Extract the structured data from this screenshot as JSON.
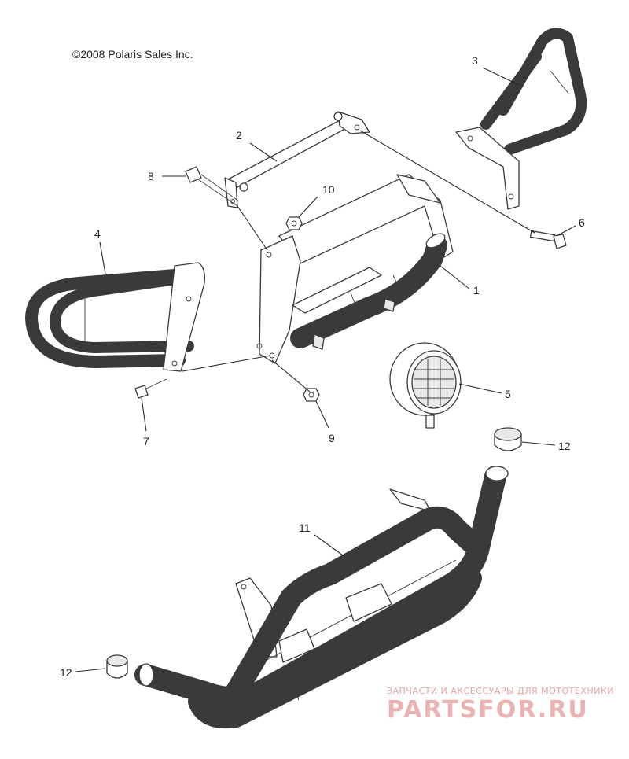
{
  "copyright": "©2008 Polaris Sales Inc.",
  "callouts": [
    {
      "id": "1",
      "label": "1"
    },
    {
      "id": "2",
      "label": "2"
    },
    {
      "id": "3",
      "label": "3"
    },
    {
      "id": "4",
      "label": "4"
    },
    {
      "id": "5",
      "label": "5"
    },
    {
      "id": "6",
      "label": "6"
    },
    {
      "id": "7",
      "label": "7"
    },
    {
      "id": "8",
      "label": "8"
    },
    {
      "id": "9",
      "label": "9"
    },
    {
      "id": "10",
      "label": "10"
    },
    {
      "id": "11",
      "label": "11"
    },
    {
      "id": "12a",
      "label": "12"
    },
    {
      "id": "12b",
      "label": "12"
    }
  ],
  "watermark": {
    "tagline": "ЗАПЧАСТИ И АКСЕССУАРЫ ДЛЯ МОТОТЕХНИКИ",
    "brand": "PARTSFOR.RU"
  },
  "colors": {
    "line": "#3a3a3a",
    "watermark": "#e9b3b3"
  }
}
